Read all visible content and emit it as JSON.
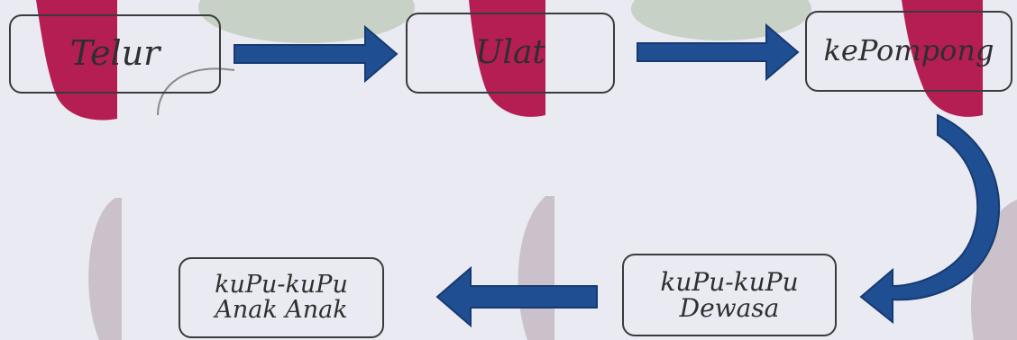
{
  "stages": [
    {
      "id": "telur",
      "lines": [
        "Telur"
      ]
    },
    {
      "id": "ulat",
      "lines": [
        "Ulat"
      ]
    },
    {
      "id": "kepompong",
      "lines": [
        "kePompong"
      ]
    },
    {
      "id": "kupu-dewasa",
      "lines": [
        "kuPu-kuPu",
        "Dewasa"
      ]
    },
    {
      "id": "kupu-anak",
      "lines": [
        "kuPu-kuPu",
        "Anak Anak"
      ]
    }
  ],
  "colors": {
    "arrow": "#1f4e92",
    "arrow_dark": "#163a70",
    "paper": "#e9eaf2",
    "box_border": "#3b3b3b",
    "shape_crimson": "#b51e52",
    "shape_green": "#b9c6b2",
    "shape_mauve": "#c2b7bf"
  }
}
